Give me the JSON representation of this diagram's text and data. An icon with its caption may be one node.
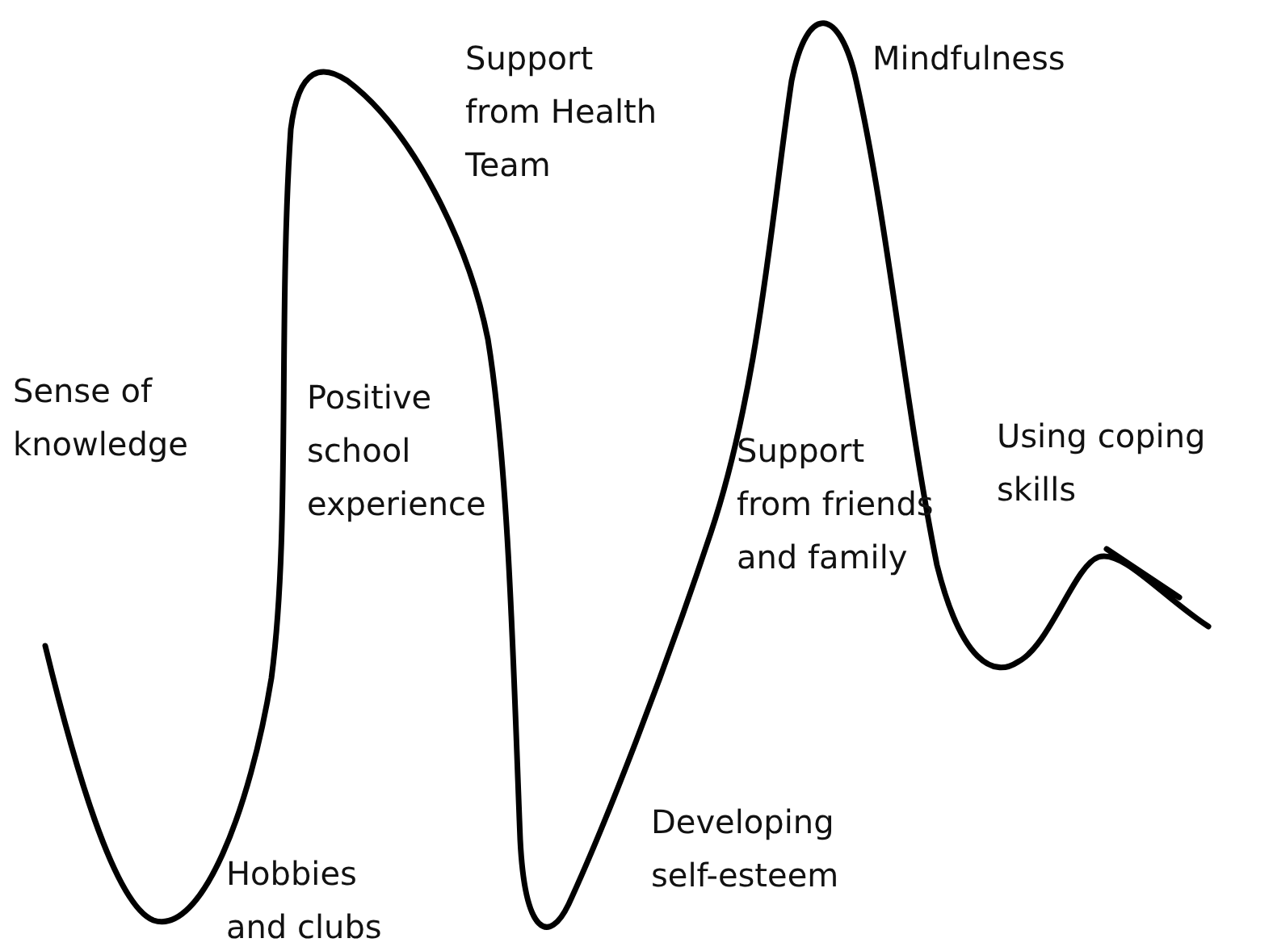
{
  "diagram": {
    "labels": [
      "Support from Health Team",
      "Mindfulness",
      "Sense of knowledge",
      "Positive school experience",
      "Support from friends and family",
      "Using coping skills",
      "Developing self-esteem",
      "Hobbies and clubs"
    ]
  }
}
